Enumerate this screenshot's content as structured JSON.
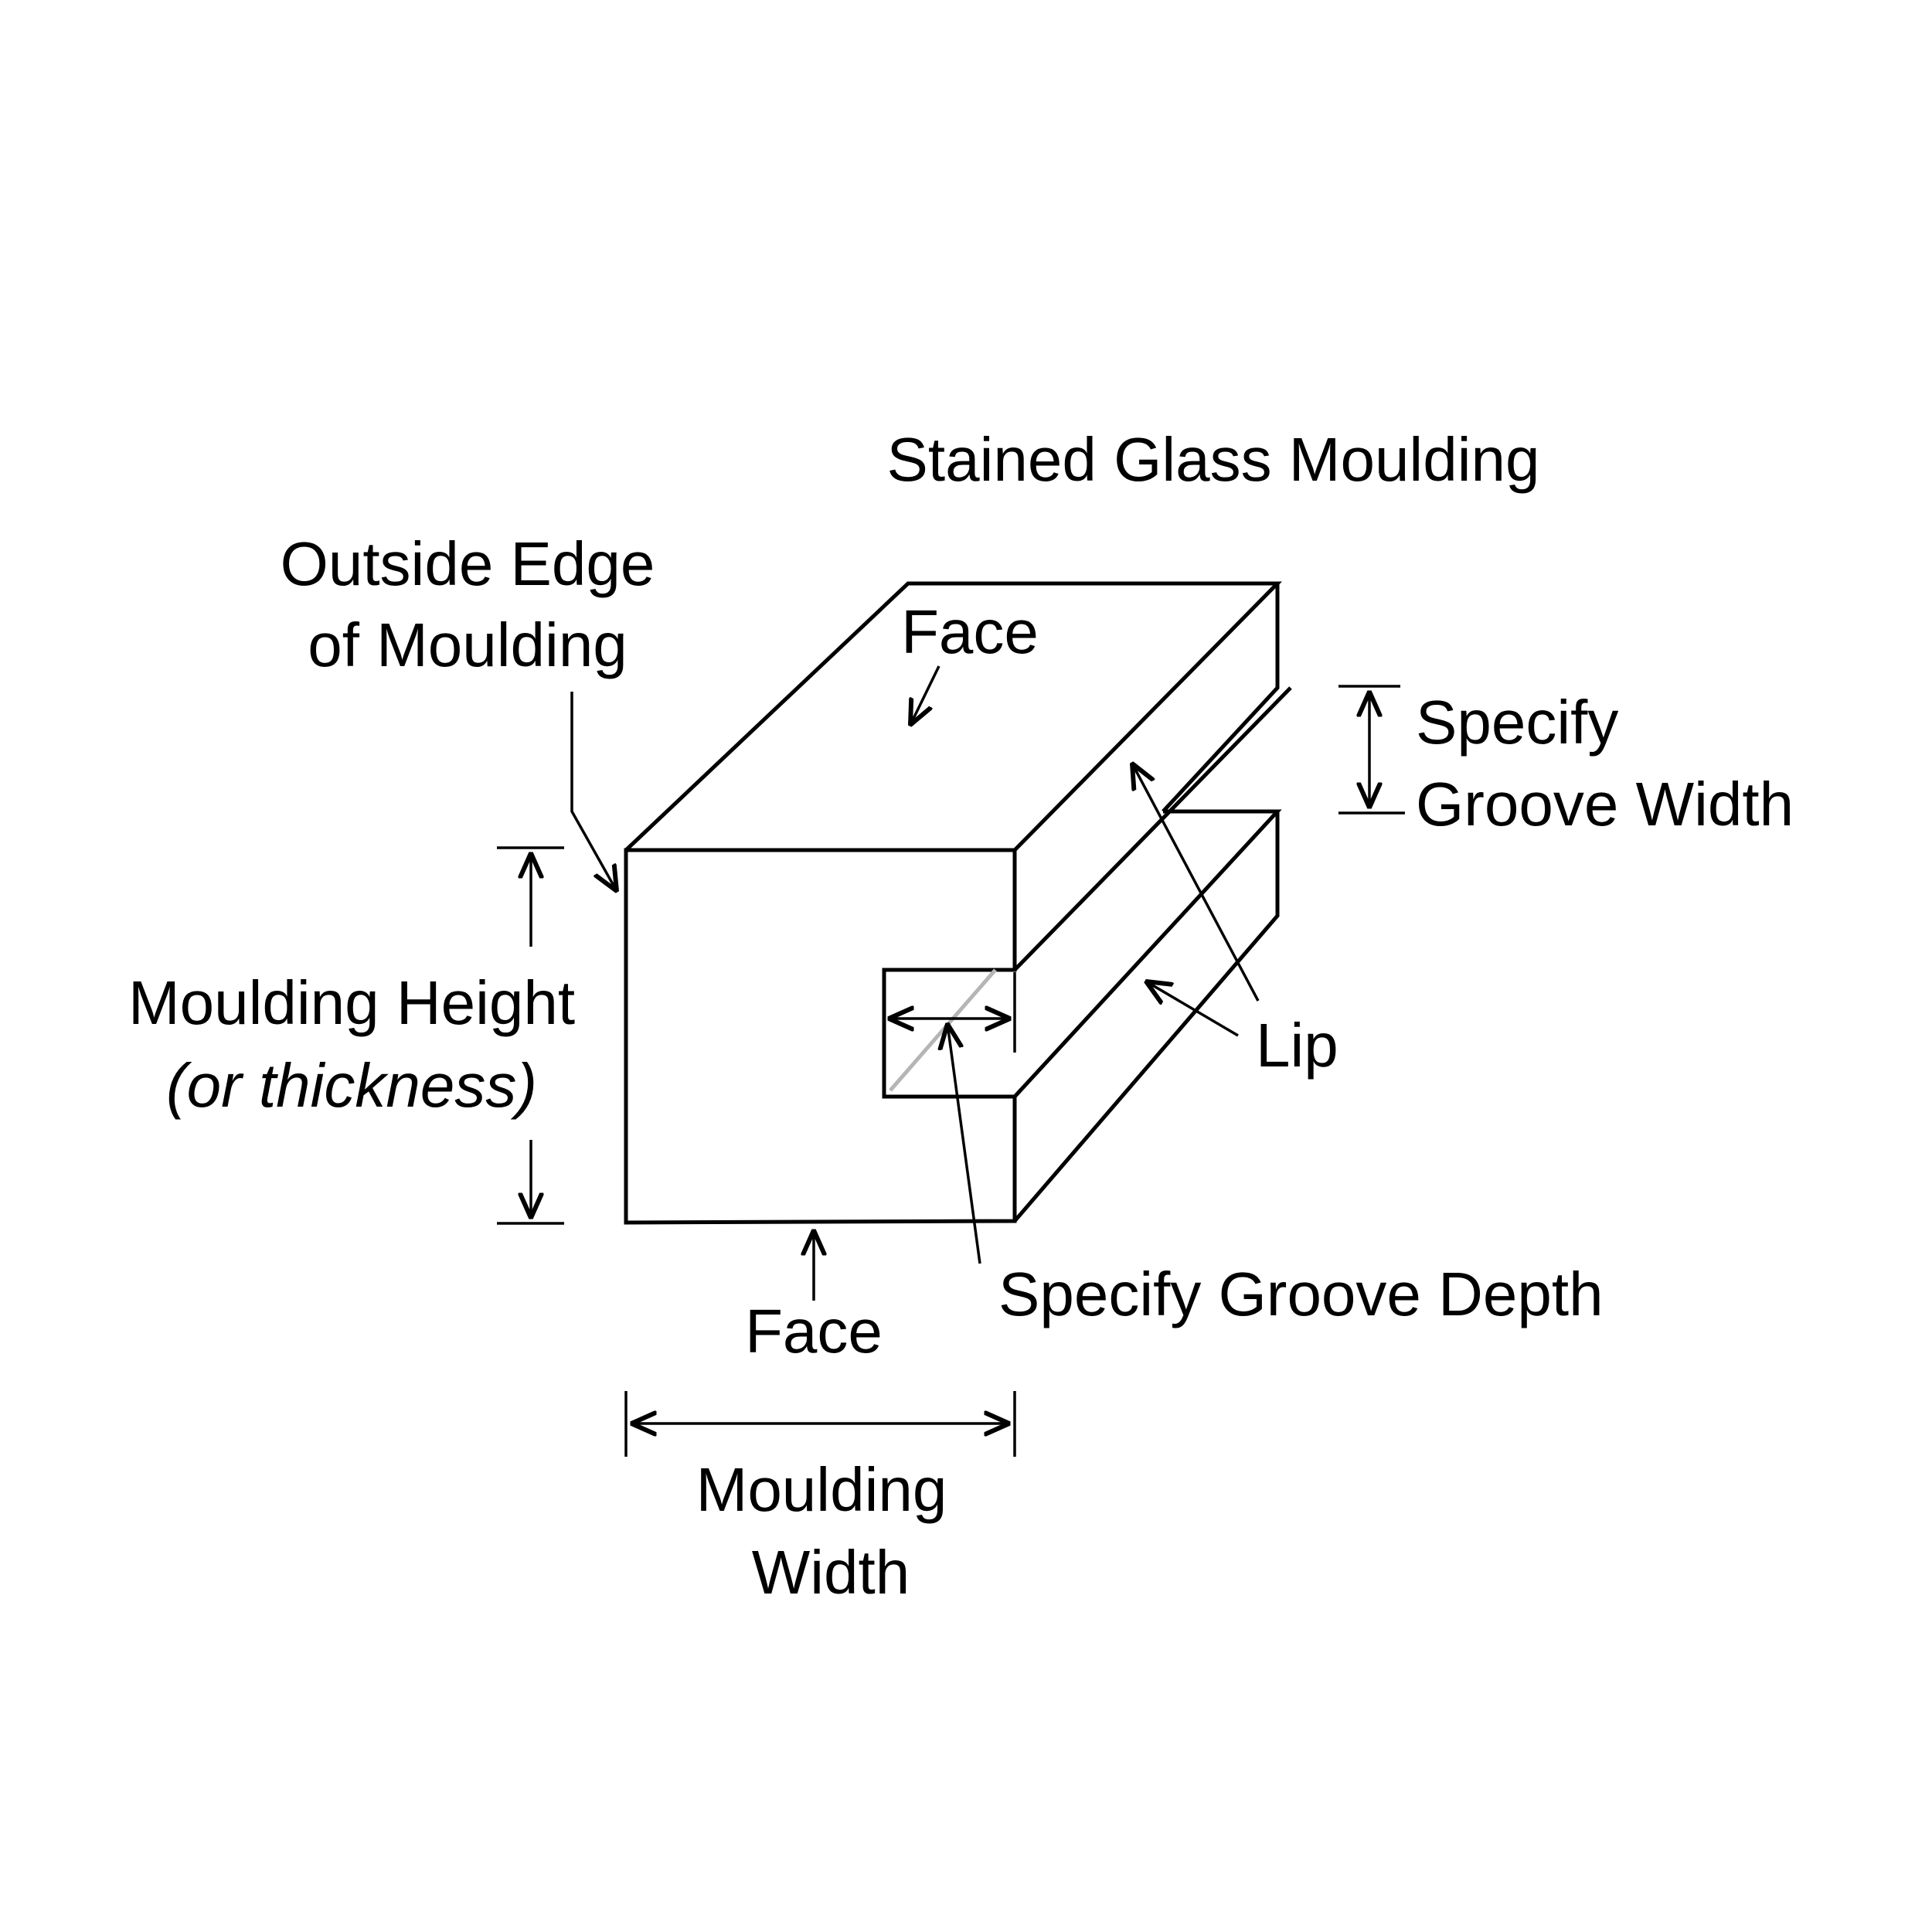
{
  "title": "Stained Glass Moulding",
  "labels": {
    "outside_edge_line1": "Outside Edge",
    "outside_edge_line2": "of Moulding",
    "face_top": "Face",
    "face_bottom": "Face",
    "groove_width_line1": "Specify",
    "groove_width_line2": "Groove Width",
    "lip": "Lip",
    "moulding_height": "Moulding Height",
    "or_thickness": "(or thickness)",
    "groove_depth": "Specify Groove Depth",
    "moulding_width_line1": "Moulding",
    "moulding_width_line2": "Width"
  }
}
